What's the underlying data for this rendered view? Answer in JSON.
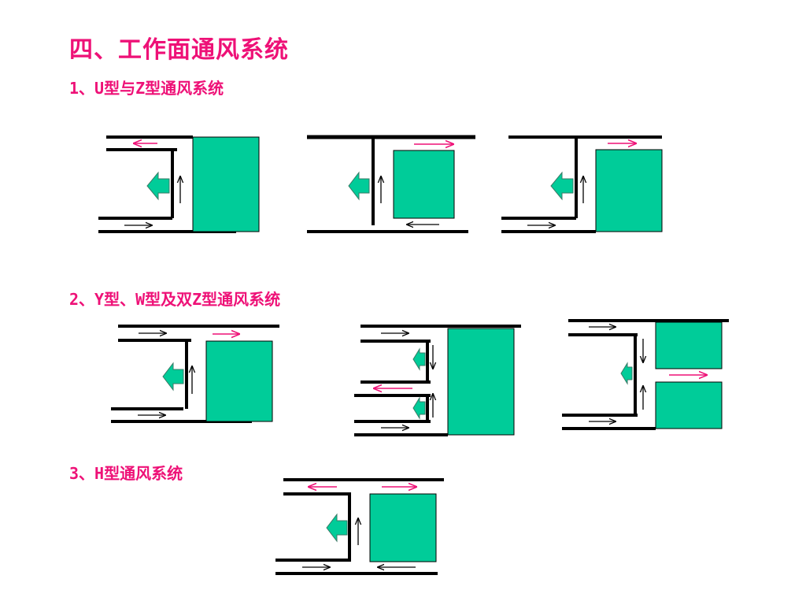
{
  "colors": {
    "text": "#ee1177",
    "face": "#00cc99",
    "line": "#000000",
    "return_arrow": "#ee1177"
  },
  "title": "四、工作面通风系统",
  "sections": [
    {
      "label": "1、U型与Z型通风系统"
    },
    {
      "label": "2、Y型、W型及双Z型通风系统"
    },
    {
      "label": "3、H型通风系统"
    }
  ]
}
